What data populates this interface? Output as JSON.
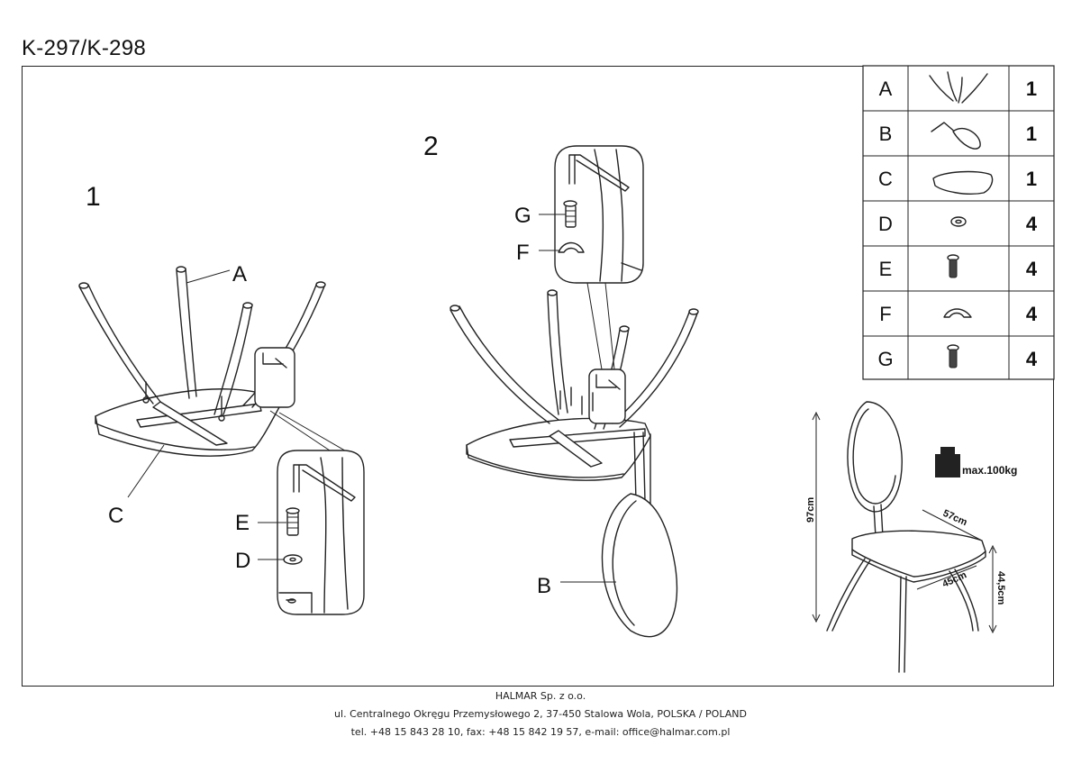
{
  "header": {
    "model": "K-297/K-298"
  },
  "steps": {
    "step1": "1",
    "step2": "2"
  },
  "callouts": {
    "a": "A",
    "b": "B",
    "c": "C",
    "d": "D",
    "e": "E",
    "f": "F",
    "g": "G"
  },
  "parts_list": [
    {
      "letter": "A",
      "qty": "1",
      "icon": "legs-frame-icon"
    },
    {
      "letter": "B",
      "qty": "1",
      "icon": "backrest-icon"
    },
    {
      "letter": "C",
      "qty": "1",
      "icon": "seat-icon"
    },
    {
      "letter": "D",
      "qty": "4",
      "icon": "washer-icon"
    },
    {
      "letter": "E",
      "qty": "4",
      "icon": "bolt-icon"
    },
    {
      "letter": "F",
      "qty": "4",
      "icon": "curved-washer-icon"
    },
    {
      "letter": "G",
      "qty": "4",
      "icon": "bolt-icon"
    }
  ],
  "dimensions": {
    "height": "97cm",
    "width": "57cm",
    "depth": "45cm",
    "seat_height": "44,5cm",
    "max_load": "max.100kg"
  },
  "footer": {
    "company": "HALMAR Sp. z o.o.",
    "address": "ul. Centralnego Okręgu Przemysłowego 2, 37-450 Stalowa Wola, POLSKA / POLAND",
    "contact": "tel. +48 15 843 28 10, fax: +48 15 842 19 57, e-mail: office@halmar.com.pl"
  }
}
